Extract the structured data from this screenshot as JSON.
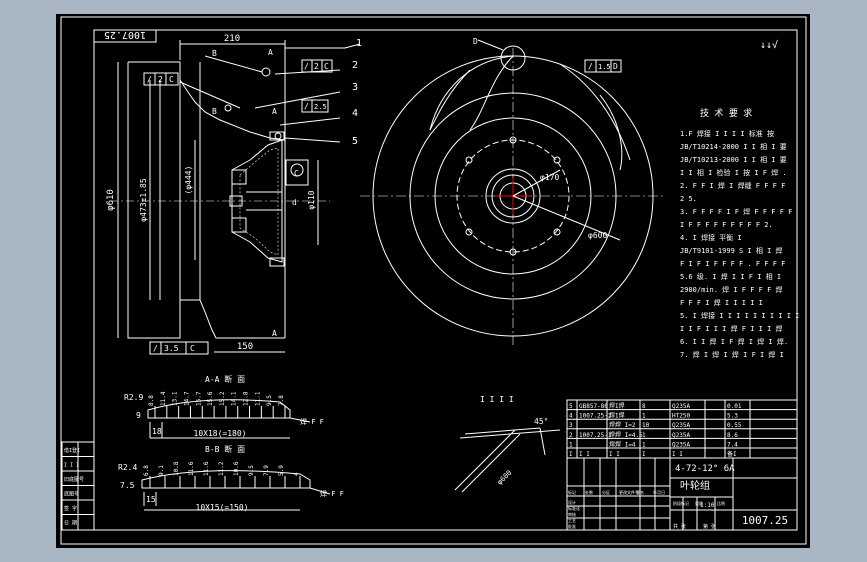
{
  "frame": {
    "background_color": "#a9b6c4",
    "sheet_color": "#000000",
    "line_color": "#ffffff",
    "accent_red": "#ff0000"
  },
  "top_left_box": "1007.25",
  "top_right_mark": "↓↓√",
  "dimensions": {
    "d210": "210",
    "d150": "150",
    "d610": "φ610",
    "d4738": "φ473±1.85",
    "d444": "(φ444)",
    "d110": "φ110",
    "d170": "φ170",
    "d600": "φ600",
    "d_small": "d",
    "dia_small": "φ600"
  },
  "datum_labels": {
    "A1": "A",
    "A2": "A",
    "A3": "A",
    "B1": "B",
    "B2": "B",
    "C": "C",
    "D": "D"
  },
  "callouts": [
    "1",
    "2",
    "3",
    "4",
    "5"
  ],
  "tol_frames": {
    "f1": [
      "/",
      "2",
      "C"
    ],
    "f2": [
      "/",
      "2",
      "C"
    ],
    "f3": [
      "/",
      "2.5"
    ],
    "f4": [
      "/",
      "3.5",
      "C"
    ],
    "f5": [
      "/",
      "1.5",
      "D"
    ]
  },
  "tech_req": {
    "title": "技 术 要 求",
    "lines": [
      "1.F 焊接 I I I I 标准 按",
      "JB/T10214-2000 I I 相 I 要",
      "JB/T10213-2000 I I 相 I 要",
      "I I 相 I 检验 I 按 I F 焊 .",
      "2. F F I 焊 I 焊缝 F F F F",
      "2 5.",
      "3. F F F F I F 焊 F F F F F",
      "I F F F F F F F F F 2.",
      "4. I 焊接 平衡 I",
      "JB/T9101-1999 S I 相 I 焊",
      "F I F I F F F F . F F F F",
      "5.6 级. I 焊 I I F I 相 I",
      "2900/min. 焊 I F F F F 焊",
      "F F F I 焊 I I I I I",
      "5. I 焊接 I I I I I I I I I I",
      "I I F I I I 焊 F I I I 焊",
      "6. I I 焊 I F 焊 I 焊 I 焊.",
      "7. 焊 I 焊 I 焊 I F I 焊 I"
    ]
  },
  "section_aa": {
    "title": "A-A 断 面",
    "r": "R2.9",
    "left_a": "9",
    "left_b": "18",
    "span": "10X18(=180)",
    "tick_values": [
      "8.8",
      "11.4",
      "13.1",
      "14.7",
      "15.7",
      "15.6",
      "15.2",
      "14.1",
      "12.8",
      "11.1",
      "9.5",
      "7.8"
    ],
    "arrow_note": "焊 F F"
  },
  "section_bb": {
    "title": "B-B 断 面",
    "r": "R2.4",
    "left_a": "7.5",
    "left_b": "15",
    "span": "10X15(=150)",
    "tick_values": [
      "6.8",
      "9.1",
      "10.8",
      "11.6",
      "11.6",
      "11.2",
      "10.6",
      "9.5",
      "7.9",
      "5.9",
      "4"
    ],
    "arrow_note": "焊 F F"
  },
  "blade_view": {
    "label": "I I I I",
    "angle": "45°"
  },
  "bom": {
    "rows": [
      [
        "5",
        "GB857-86",
        "焊I焊",
        "8",
        "Q235A",
        "",
        "0.01"
      ],
      [
        "4",
        "1007.25-2",
        "焊I焊",
        "1",
        "HT250",
        "",
        "5.3"
      ],
      [
        "3",
        "",
        "焊焊 I=2",
        "10",
        "Q235A",
        "",
        "0.55"
      ],
      [
        "2",
        "1007.25-1",
        "焊焊 I=4.5",
        "1",
        "Q235A",
        "",
        "8.6"
      ],
      [
        "1",
        "",
        "焊焊 I=4",
        "1",
        "Q235A",
        "",
        "7.4"
      ]
    ],
    "header": [
      "I",
      "I I",
      "I I",
      "I",
      "I I",
      "",
      "备I"
    ]
  },
  "title_block": {
    "model": "4-72-12° 6A",
    "name": "叶轮组",
    "scale": "1:10",
    "code": "1007.25",
    "labels": [
      "标记",
      "处数",
      "分区",
      "更改文件号",
      "签名",
      "年月日"
    ],
    "sub_labels": [
      "设计",
      "标准化",
      "审核",
      "工艺",
      "批准"
    ],
    "stage": [
      "阶段标记",
      "重量",
      "比例"
    ],
    "sheet": [
      "共 张",
      "第 张"
    ]
  },
  "left_strip": {
    "cells": [
      "借I登I",
      "I I I",
      "旧底图号",
      "底图号",
      "签 字",
      "日 期"
    ]
  }
}
